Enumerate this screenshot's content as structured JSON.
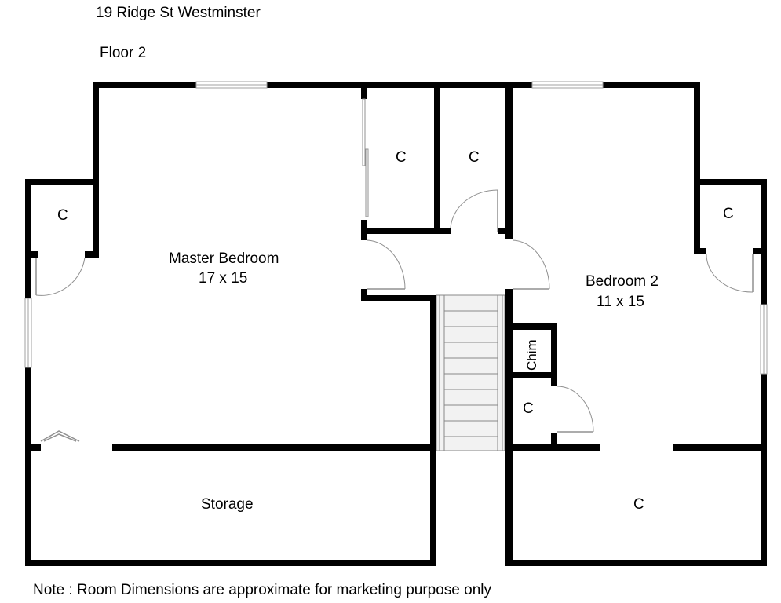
{
  "header": {
    "address": "19 Ridge St Westminster",
    "floor": "Floor 2"
  },
  "rooms": {
    "master_bedroom": {
      "name": "Master Bedroom",
      "dimensions": "17 x 15"
    },
    "bedroom_2": {
      "name": "Bedroom 2",
      "dimensions": "11 x 15"
    },
    "storage": {
      "name": "Storage"
    },
    "chimney": {
      "name": "Chim"
    },
    "closet_label": "C"
  },
  "footer": {
    "note": "Note : Room Dimensions are approximate for marketing purpose only"
  }
}
